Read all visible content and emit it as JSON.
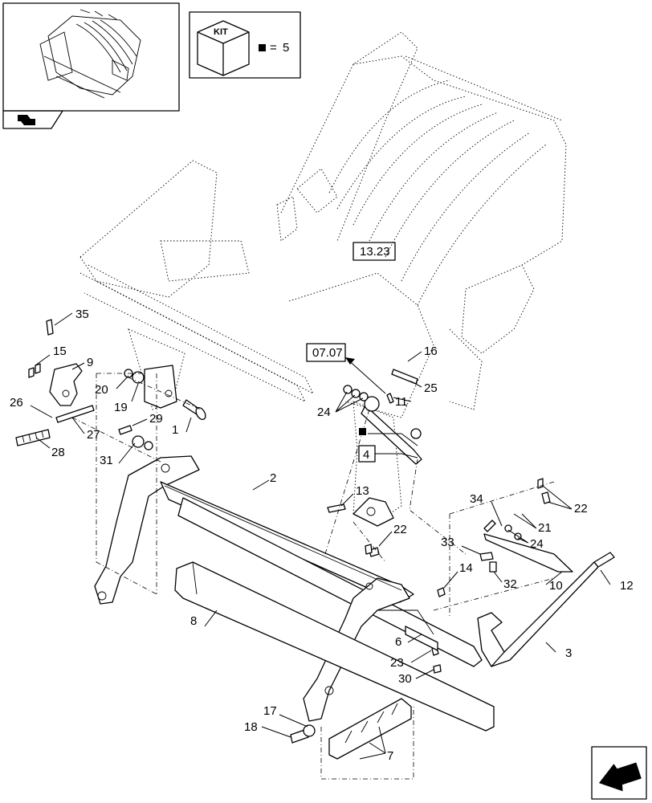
{
  "kit": {
    "label": "KIT",
    "count_sign": "=",
    "count": "5"
  },
  "refs": [
    {
      "id": "ref-13-23",
      "text": "13.23"
    },
    {
      "id": "ref-07-07",
      "text": "07.07"
    },
    {
      "id": "ref-4",
      "text": "4"
    }
  ],
  "callouts": [
    "1",
    "2",
    "3",
    "4",
    "6",
    "7",
    "8",
    "9",
    "10",
    "11",
    "12",
    "13",
    "14",
    "15",
    "16",
    "17",
    "18",
    "19",
    "20",
    "21",
    "22",
    "23",
    "24",
    "25",
    "26",
    "27",
    "28",
    "29",
    "30",
    "31",
    "32",
    "33",
    "34",
    "35"
  ],
  "parts": [
    {
      "id": "p35",
      "label": "35"
    },
    {
      "id": "p15",
      "label": "15"
    },
    {
      "id": "p9",
      "label": "9"
    },
    {
      "id": "p20",
      "label": "20"
    },
    {
      "id": "p19",
      "label": "19"
    },
    {
      "id": "p26",
      "label": "26"
    },
    {
      "id": "p29",
      "label": "29"
    },
    {
      "id": "p1",
      "label": "1"
    },
    {
      "id": "p27",
      "label": "27"
    },
    {
      "id": "p28",
      "label": "28"
    },
    {
      "id": "p31",
      "label": "31"
    },
    {
      "id": "p2",
      "label": "2"
    },
    {
      "id": "p16",
      "label": "16"
    },
    {
      "id": "p25",
      "label": "25"
    },
    {
      "id": "p11",
      "label": "11"
    },
    {
      "id": "p24a",
      "label": "24"
    },
    {
      "id": "p13",
      "label": "13"
    },
    {
      "id": "p22a",
      "label": "22"
    },
    {
      "id": "p34",
      "label": "34"
    },
    {
      "id": "p22b",
      "label": "22"
    },
    {
      "id": "p21",
      "label": "21"
    },
    {
      "id": "p24b",
      "label": "24"
    },
    {
      "id": "p33",
      "label": "33"
    },
    {
      "id": "p14",
      "label": "14"
    },
    {
      "id": "p32",
      "label": "32"
    },
    {
      "id": "p10",
      "label": "10"
    },
    {
      "id": "p12",
      "label": "12"
    },
    {
      "id": "p8",
      "label": "8"
    },
    {
      "id": "p6",
      "label": "6"
    },
    {
      "id": "p3",
      "label": "3"
    },
    {
      "id": "p23",
      "label": "23"
    },
    {
      "id": "p30",
      "label": "30"
    },
    {
      "id": "p17",
      "label": "17"
    },
    {
      "id": "p18",
      "label": "18"
    },
    {
      "id": "p7",
      "label": "7"
    }
  ]
}
